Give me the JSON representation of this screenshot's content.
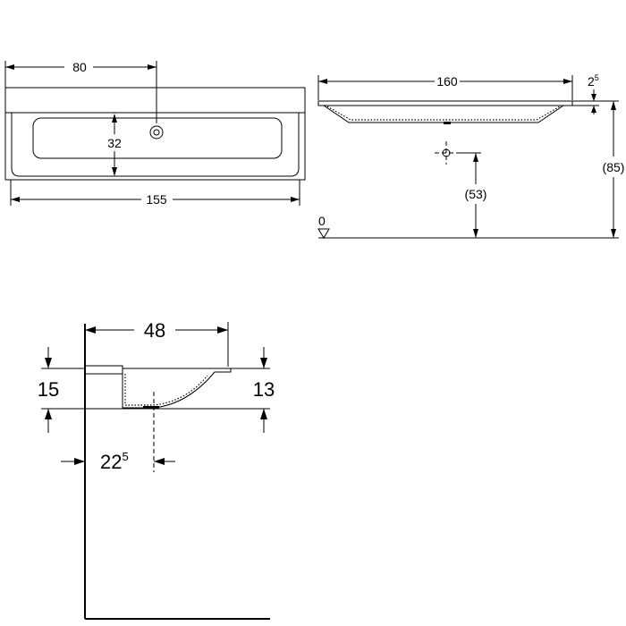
{
  "top_view": {
    "width_label": "155",
    "half_width_label": "80",
    "depth_label": "32"
  },
  "front_view": {
    "width_label": "160",
    "thickness_label_main": "2",
    "thickness_label_sup": "5",
    "height_label": "(85)",
    "drain_height_label": "(53)",
    "floor_label": "0"
  },
  "side_view": {
    "depth_label": "48",
    "bowl_height_label": "13",
    "total_height_label": "15",
    "drain_offset_main": "22",
    "drain_offset_sup": "5"
  }
}
